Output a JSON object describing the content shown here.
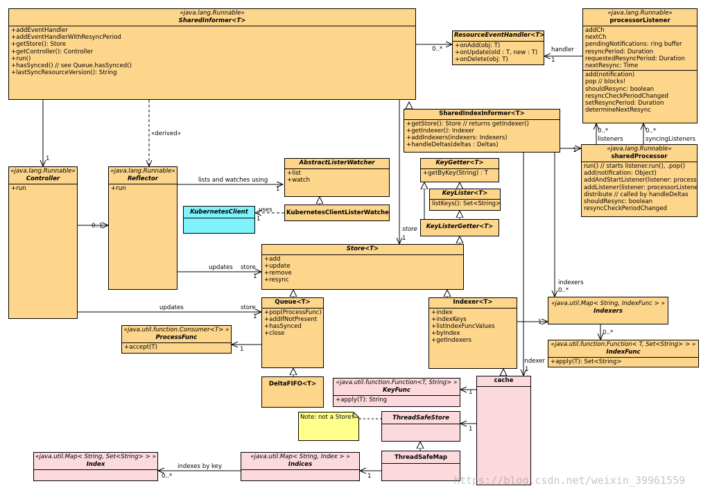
{
  "classes": {
    "shared_informer": {
      "stereotype": "«java.lang.Runnable»",
      "name": "SharedInformer<T>",
      "ops": [
        "+addEventHandler",
        "+addEventHandlerWithResyncPeriod",
        "+getStore(): Store",
        "+getController(): Controller",
        "+run()",
        "+hasSynced() // see Queue.hasSynced()",
        "+lastSyncResourceVersion(): String"
      ]
    },
    "resource_event_handler": {
      "name": "ResourceEventHandler<T>",
      "ops": [
        "+onAdd(obj: T)",
        "+onUpdate(old : T, new : T)",
        "+onDelete(obj: T)"
      ]
    },
    "processor_listener": {
      "stereotype": "«java.lang.Runnable»",
      "name": "processorListener",
      "attrs": [
        "addCh",
        "nextCh",
        "pendingNotifications: ring buffer",
        "resyncPeriod: Duration",
        "requestedResyncPeriod: Duration",
        "nextResync: Time"
      ],
      "ops": [
        "add(notification)",
        "pop // blocks!",
        "shouldResync: boolean",
        "resyncCheckPeriodChanged",
        "setResyncPeriod: Duration",
        "determineNextResync"
      ]
    },
    "shared_index_informer": {
      "name": "SharedIndexInformer<T>",
      "ops": [
        "+getStore(): Store // returns getIndexer()",
        "+getIndexer(): Indexer",
        "+addIndexers(indexers: Indexers)",
        "+handleDeltas(deltas : Deltas)"
      ]
    },
    "shared_processor": {
      "stereotype": "«java.lang.Runnable»",
      "name": "sharedProcessor",
      "ops": [
        "run() // starts listener.run(), .pop()",
        "add(notification: Object)",
        "addAndStartListener(listener: processorListener)",
        "addListener(listener: processorListener)",
        "distribute // called by handleDeltas",
        "shouldResync: boolean",
        "resyncCheckPeriodChanged"
      ]
    },
    "controller": {
      "stereotype": "«java.lang.Runnable»",
      "name": "Controller",
      "ops": [
        "+run"
      ]
    },
    "reflector": {
      "stereotype": "«java.lang.Runnable»",
      "name": "Reflector",
      "ops": [
        "+run"
      ]
    },
    "abstract_lister_watcher": {
      "name": "AbstractListerWatcher",
      "ops": [
        "+list",
        "+watch"
      ]
    },
    "kubernetes_client_lister_watcher": {
      "name": "KubernetesClientListerWatcher"
    },
    "kubernetes_client": {
      "name": "KubernetesClient"
    },
    "key_getter": {
      "name": "KeyGetter<T>",
      "ops": [
        "+getByKey(String) : T"
      ]
    },
    "key_lister": {
      "name": "KeyLister<T>",
      "ops": [
        "listKeys(): Set<String>"
      ]
    },
    "key_lister_getter": {
      "name": "KeyListerGetter<T>"
    },
    "store": {
      "name": "Store<T>",
      "ops": [
        "+add",
        "+update",
        "+remove",
        "+resync"
      ]
    },
    "queue": {
      "name": "Queue<T>",
      "ops": [
        "+pop(ProcessFunc)",
        "+addIfNotPresent",
        "+hasSynced",
        "+close"
      ]
    },
    "indexer": {
      "name": "Indexer<T>",
      "ops": [
        "+index",
        "+indexKeys",
        "+listIndexFuncValues",
        "+byIndex",
        "+getIndexers"
      ]
    },
    "indexers": {
      "stereotype": "«java.util.Map< String, IndexFunc > »",
      "name": "Indexers"
    },
    "index_func": {
      "stereotype": "«java.util.function.Function< T, Set<String> > »",
      "name": "IndexFunc",
      "ops": [
        "+apply(T): Set<String>"
      ]
    },
    "process_func": {
      "stereotype": "«java.util.function.Consumer<T> »",
      "name": "ProcessFunc",
      "ops": [
        "+accept(T)"
      ]
    },
    "delta_fifo": {
      "name": "DeltaFIFO<T>"
    },
    "key_func": {
      "stereotype": "«java.util.function.Function<T, String> »",
      "name": "KeyFunc",
      "ops": [
        "+apply(T): String"
      ]
    },
    "cache": {
      "name": "cache"
    },
    "thread_safe_store": {
      "name": "ThreadSafeStore"
    },
    "thread_safe_map": {
      "name": "ThreadSafeMap"
    },
    "index": {
      "stereotype": "«java.util.Map< String, Set<String> > »",
      "name": "Index"
    },
    "indices": {
      "stereotype": "«java.util.Map< String, Index > »",
      "name": "Indices"
    }
  },
  "note": "Note: not a Store!",
  "labels": {
    "si_reh_mult": "0..*",
    "handler": "handler",
    "handler_mult": "1",
    "derived": "«derived»",
    "ctrl_mult": "1",
    "listeners": "listeners",
    "listeners_mult": "0..*",
    "syncing_listeners": "syncingListeners",
    "syncing_mult": "0..*",
    "sp_mult": "1",
    "lists_watches": "lists and watches using",
    "lw_mult": "1",
    "uses": "uses",
    "uses_mult": "1",
    "reflector_mult": "0..1",
    "store_role": "store",
    "store_role_mult": "1",
    "updates_reflector": "updates",
    "store_reflector": "store",
    "reflector_store_mult": "1",
    "updates_controller": "updates",
    "store_controller": "store",
    "controller_queue_mult": "1",
    "pf_mult": "1",
    "indexers_role": "indexers",
    "indexers_role_mult": "0..*",
    "indexers_mult": "1",
    "indexfunc_mult": "0..*",
    "indexer_role": "indexer",
    "indexer_role_mult": "1",
    "keyfunc_mult": "1",
    "tss_mult": "1",
    "indexes_by_key": "indexes by key",
    "index_mult": "0..*",
    "indices_mult": "1"
  },
  "watermark": "https://blog.csdn.net/weixin_39961559",
  "colors": {
    "class_fill": "#fdd58b",
    "external_fill": "#fbd9dc",
    "client_fill": "#7ff3fb",
    "note_fill": "#ffff8c"
  }
}
